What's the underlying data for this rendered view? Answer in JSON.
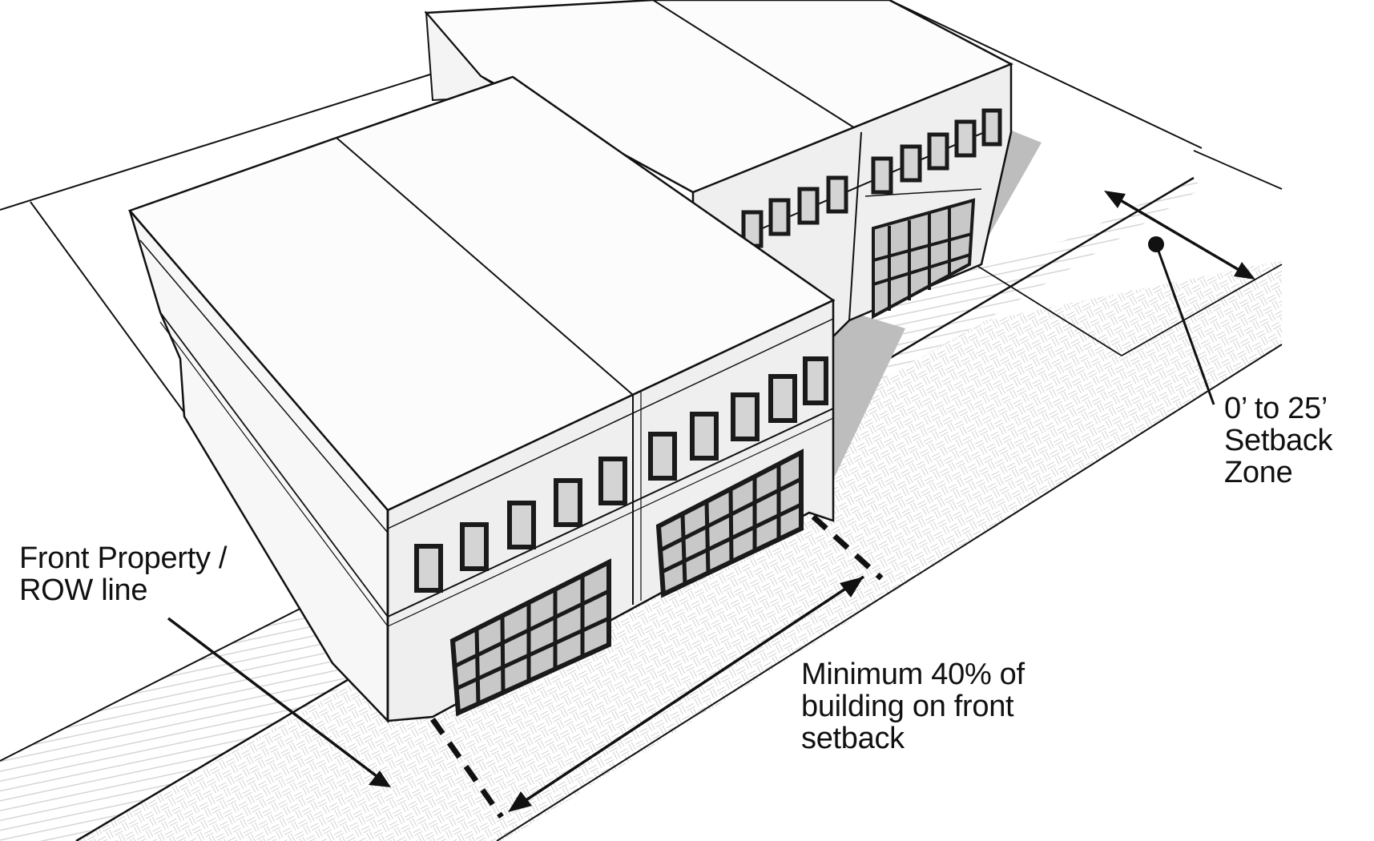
{
  "annotations": {
    "setback_zone": {
      "lines": [
        "0’ to 25’",
        "Setback",
        "Zone"
      ]
    },
    "front_property_line": {
      "lines": [
        "Front Property /",
        "ROW line"
      ]
    },
    "minimum_frontage": {
      "lines": [
        "Minimum 40% of",
        "building on front",
        "setback"
      ]
    }
  },
  "colors": {
    "ink": "#111111",
    "paper": "#ffffff",
    "roof": "#fcfcfc",
    "facade": "#efefef",
    "side_wall": "#f7f7f7",
    "shadow": "#bdbdbd",
    "window_frame": "#1a1a1a",
    "glass": "#d4d4d4",
    "sidewalk_hatch": "#cfcfcf"
  }
}
